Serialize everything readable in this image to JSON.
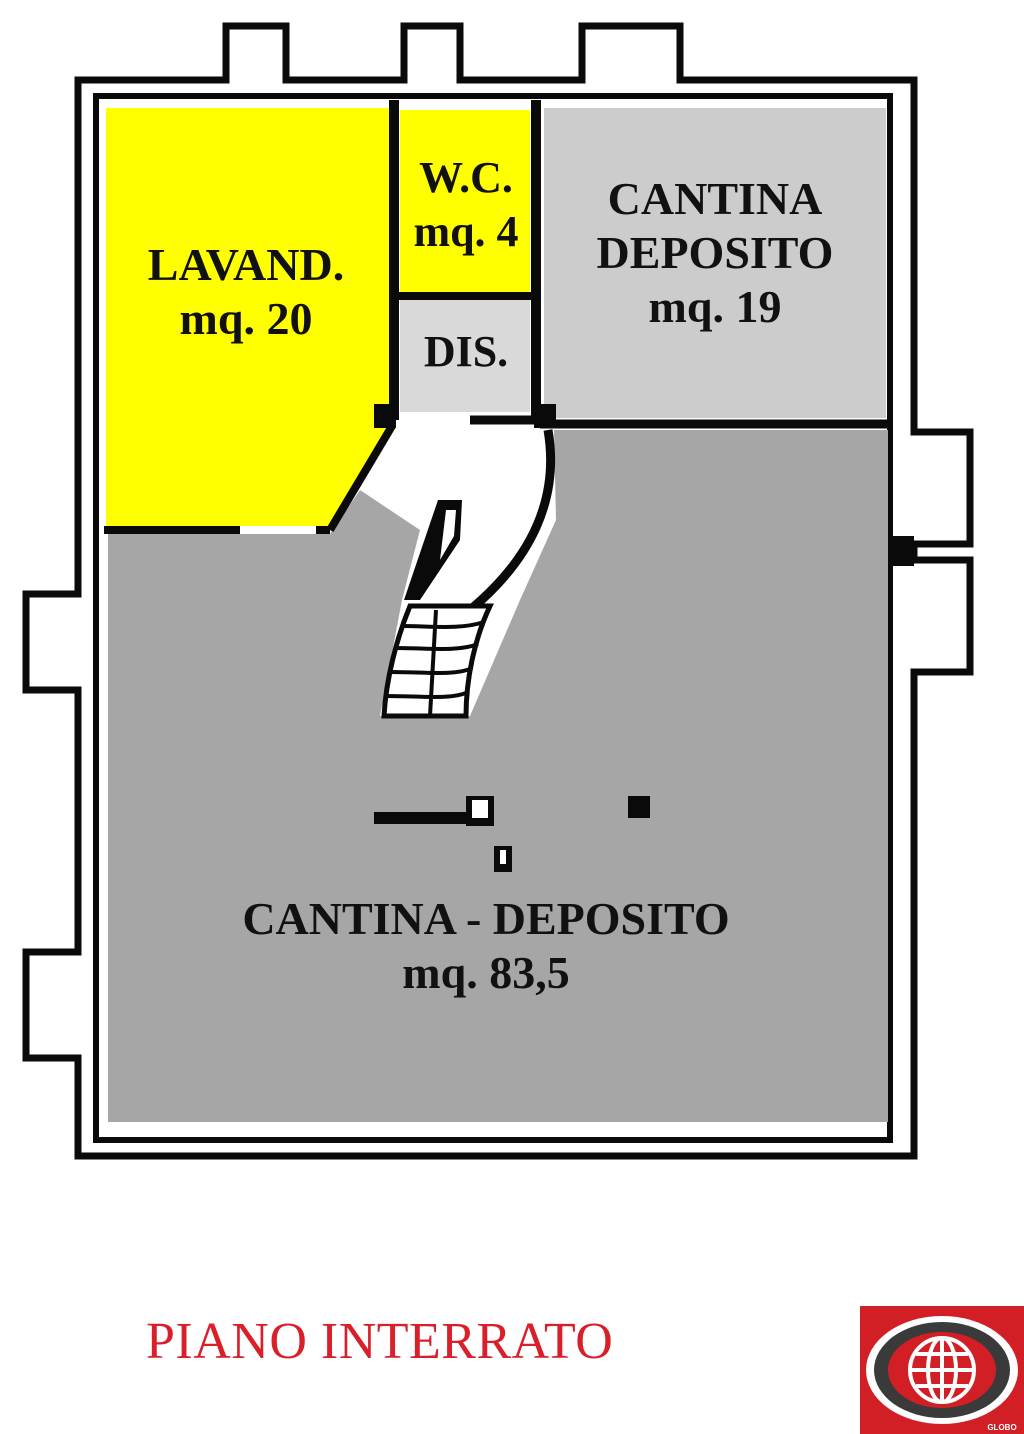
{
  "plan": {
    "colors": {
      "wall": "#0a0a0a",
      "yellow_room": "#ffff00",
      "gray_room": "#a6a6a6",
      "light_room": "#cccccc",
      "light_gray_room": "#d9d9d9",
      "title_red": "#d9202a",
      "logo_red": "#d21f26"
    },
    "rooms": {
      "lavanderia": {
        "name": "LAVAND.",
        "area": "mq. 20"
      },
      "wc": {
        "name": "W.C.",
        "area": "mq. 4"
      },
      "disimpegno": {
        "name": "DIS."
      },
      "cantina_small": {
        "name_line1": "CANTINA",
        "name_line2": "DEPOSITO",
        "area": "mq. 19"
      },
      "cantina_large": {
        "name": "CANTINA - DEPOSITO",
        "area": "mq. 83,5"
      }
    },
    "stair_icon": "spiral-stair"
  },
  "footer": {
    "floor_title": "PIANO INTERRATO"
  },
  "logo": {
    "icon": "globe-icon",
    "text": "GLOBO"
  }
}
